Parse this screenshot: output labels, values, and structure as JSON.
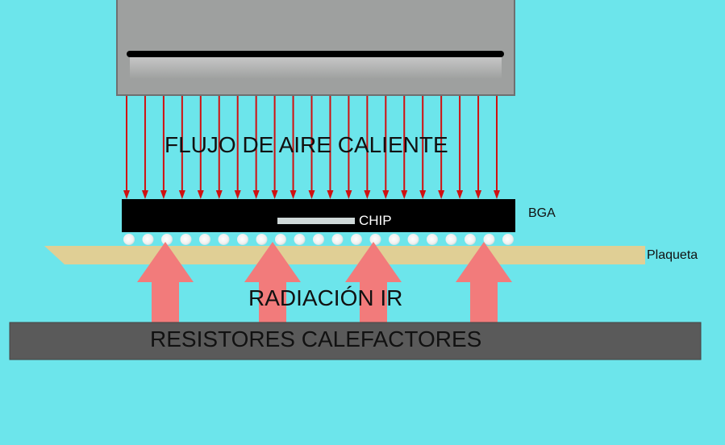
{
  "labels": {
    "airflow": "FLUJO DE AIRE CALIENTE",
    "chip": "CHIP",
    "bga": "BGA",
    "board": "Plaqueta",
    "ir": "RADIACIÓN IR",
    "heaters": "RESISTORES CALEFACTORES"
  },
  "colors": {
    "background": "#6ce5eb",
    "nozzle": "#9ea09f",
    "airflow_arrow": "#d01010",
    "ir_arrow": "#f27b7b",
    "board": "#e0cf95",
    "heater": "#5a5a5a"
  },
  "airflow_arrow_count": 21,
  "solder_ball_count": 21,
  "ir_arrow_count": 4
}
